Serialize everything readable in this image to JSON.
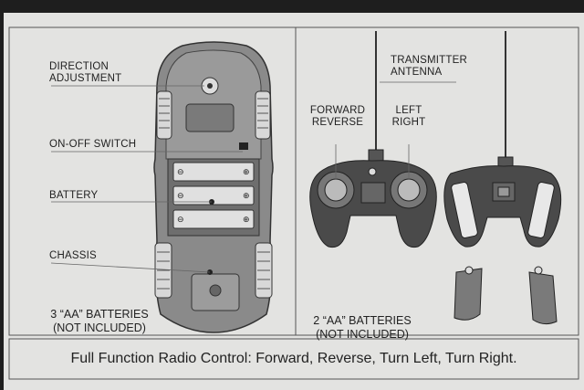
{
  "left_panel": {
    "labels": {
      "direction_line1": "DIRECTION",
      "direction_line2": "ADJUSTMENT",
      "switch": "ON-OFF SWITCH",
      "battery": "BATTERY",
      "chassis": "CHASSIS"
    },
    "caption_line1": "3 “AA” BATTERIES",
    "caption_line2": "(NOT INCLUDED)"
  },
  "right_panel": {
    "labels": {
      "antenna_line1": "TRANSMITTER",
      "antenna_line2": "ANTENNA",
      "fwd_line1": "FORWARD",
      "fwd_line2": "REVERSE",
      "lr_line1": "LEFT",
      "lr_line2": "RIGHT"
    },
    "caption_line1": "2 “AA” BATTERIES",
    "caption_line2": "(NOT INCLUDED)"
  },
  "footer": "Full Function Radio Control: Forward, Reverse, Turn Left, Turn Right.",
  "colors": {
    "sheet": "#e3e3e1",
    "ink": "#222222",
    "device": "#4a4a4a"
  }
}
